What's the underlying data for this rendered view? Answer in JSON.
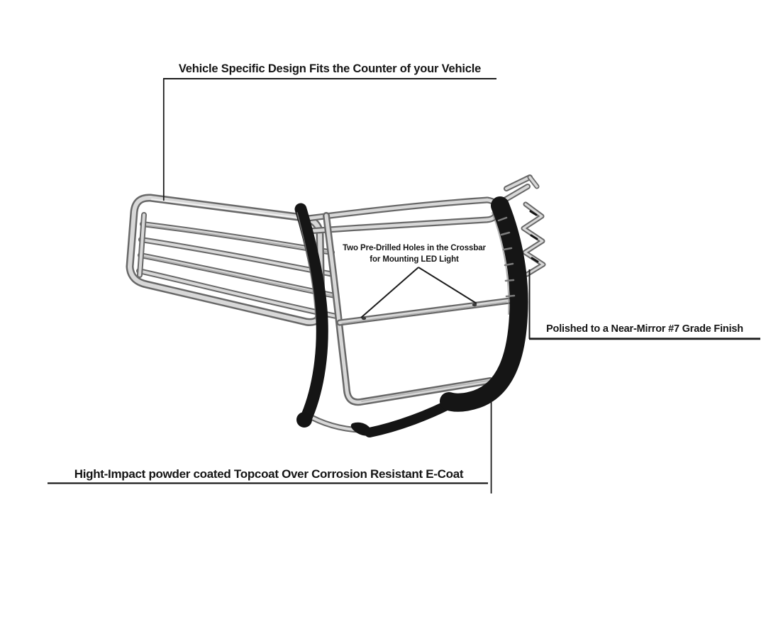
{
  "page": {
    "background": "#ffffff",
    "kind": "annotated product illustration"
  },
  "annotations": {
    "vehicle_specific": {
      "text": "Vehicle Specific Design Fits the Counter of your Vehicle"
    },
    "predrilled_holes": {
      "line1": "Two Pre-Drilled Holes in the Crossbar",
      "line2": "for Mounting LED Light"
    },
    "polished_finish": {
      "text": "Polished to a Near-Mirror #7 Grade Finish"
    },
    "powder_coat": {
      "text": "Hight-Impact powder coated Topcoat Over Corrosion Resistant E-Coat"
    }
  },
  "illustration": {
    "subject": "vehicle grille brush guard",
    "colors": {
      "chrome": "#d8d8d8",
      "chrome_shadow": "#686868",
      "chrome_highlight": "#f2f2f2",
      "powder_coat_black": "#151515",
      "annotation_line": "#1c1c1c",
      "text": "#151515"
    }
  }
}
